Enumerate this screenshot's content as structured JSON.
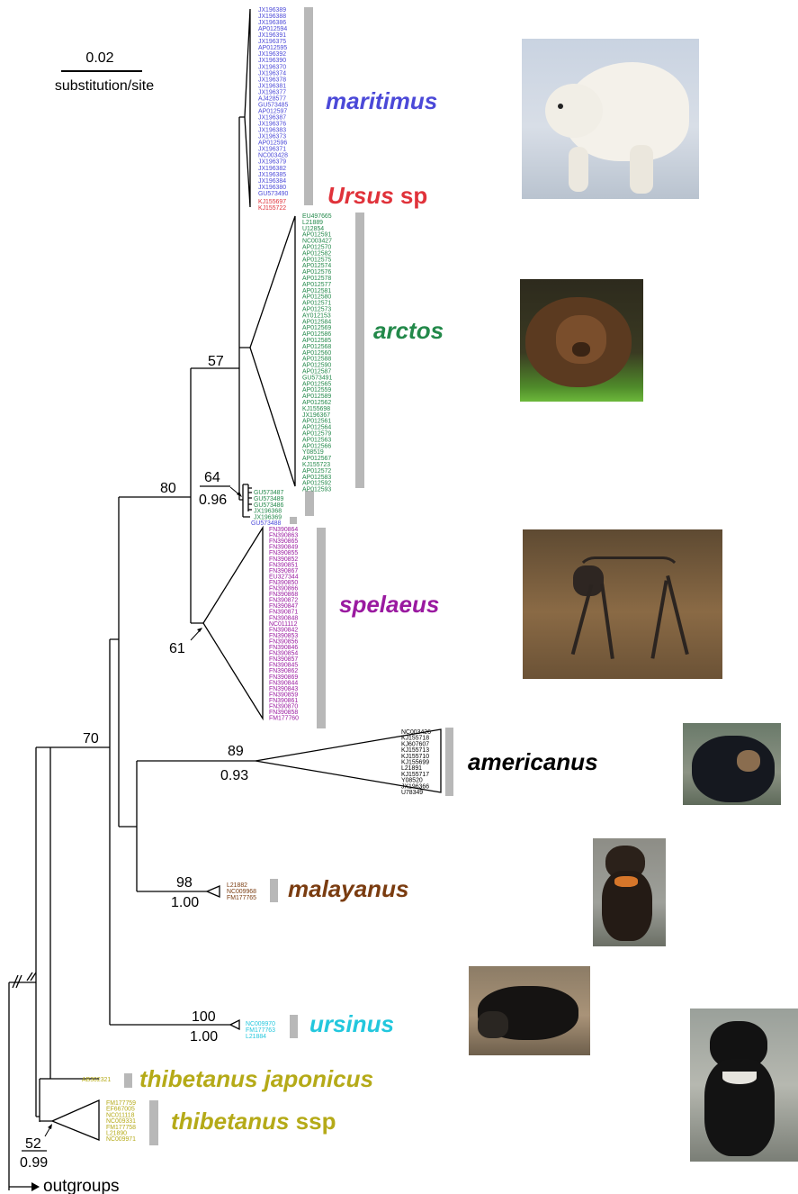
{
  "scale_bar": {
    "value": "0.02",
    "unit": "substitution/site"
  },
  "colors": {
    "maritimus": "#4b49d8",
    "ursus_sp": "#e0323a",
    "arctos": "#23894a",
    "spelaeus": "#9a1aa0",
    "americanus": "#000000",
    "malayanus": "#7a3c10",
    "ursinus": "#22c7dd",
    "thibetanus": "#b5aa18",
    "bar": "#b8b8b8"
  },
  "clades": {
    "maritimus": {
      "name": "maritimus",
      "suffix": ""
    },
    "ursus_sp": {
      "name": "Ursus",
      "suffix": " sp"
    },
    "arctos": {
      "name": "arctos",
      "suffix": ""
    },
    "spelaeus": {
      "name": "spelaeus",
      "suffix": ""
    },
    "americanus": {
      "name": "americanus",
      "suffix": ""
    },
    "malayanus": {
      "name": "malayanus",
      "suffix": ""
    },
    "ursinus": {
      "name": "ursinus",
      "suffix": ""
    },
    "thibetanus_japonicus": {
      "name": "thibetanus japonicus",
      "suffix": ""
    },
    "thibetanus_ssp": {
      "name": "thibetanus",
      "suffix": " ssp"
    }
  },
  "support": {
    "n57": "57",
    "n64": "64",
    "n064_pp": "0.96",
    "n80": "80",
    "n61": "61",
    "n70": "70",
    "n89": "89",
    "n89_pp": "0.93",
    "n98": "98",
    "n98_pp": "1.00",
    "n100": "100",
    "n100_pp": "1.00",
    "n52": "52",
    "n52_pp": "0.99"
  },
  "outgroups_label": "outgroups",
  "accessions": {
    "maritimus": [
      "JX196389",
      "JX196388",
      "JX196386",
      "AP012594",
      "JX196391",
      "JX196375",
      "AP012595",
      "JX196392",
      "JX196390",
      "JX196370",
      "JX196374",
      "JX196378",
      "JX196381",
      "JX196377",
      "AJ428577",
      "GU573485",
      "AP012597",
      "JX196387",
      "JX196376",
      "JX196383",
      "JX196373",
      "AP012596",
      "JX196371",
      "NC003428",
      "JX196379",
      "JX196382",
      "JX196385",
      "JX196384",
      "JX196380",
      "GU573490"
    ],
    "ursus_sp": [
      "KJ155697",
      "KJ155722"
    ],
    "arctos": [
      "EU497665",
      "L21889",
      "U12854",
      "AP012591",
      "NC003427",
      "AP012570",
      "AP012582",
      "AP012575",
      "AP012574",
      "AP012576",
      "AP012578",
      "AP012577",
      "AP012581",
      "AP012580",
      "AP012571",
      "AP012573",
      "AY012153",
      "AP012584",
      "AP012569",
      "AP012586",
      "AP012585",
      "AP012568",
      "AP012560",
      "AP012588",
      "AP012590",
      "AP012587",
      "GU573491",
      "AP012565",
      "AP012559",
      "AP012589",
      "AP012562",
      "KJ155698",
      "JX196367",
      "AP012561",
      "AP012564",
      "AP012579",
      "AP012563",
      "AP012566",
      "Y08519",
      "AP012567",
      "KJ155723",
      "AP012572",
      "AP012583",
      "AP012592",
      "AP012593"
    ],
    "arctos_small": [
      "GU573487",
      "GU573489",
      "GU573486",
      "JX196368",
      "JX196369"
    ],
    "maritimus_single": "GU573488",
    "spelaeus": [
      "FN390864",
      "FN390863",
      "FN390865",
      "FN390849",
      "FN390855",
      "FN390852",
      "FN390851",
      "FN390867",
      "EU327344",
      "FN390850",
      "FN390866",
      "FN390868",
      "FN390872",
      "FN390847",
      "FN390871",
      "FN390848",
      "NC011112",
      "FN390842",
      "FN390853",
      "FN390856",
      "FN390846",
      "FN390854",
      "FN390857",
      "FN390845",
      "FN390862",
      "FN390869",
      "FN390844",
      "FN390843",
      "FN390859",
      "FN390861",
      "FN390870",
      "FN390858",
      "FM177760"
    ],
    "americanus": [
      "NC003426",
      "KJ155718",
      "KJ607607",
      "KJ155713",
      "KJ155710",
      "KJ155699",
      "L21891",
      "KJ155717",
      "Y08520",
      "JX196366",
      "U78349"
    ],
    "malayanus": [
      "L21882",
      "NC009968",
      "FM177765"
    ],
    "ursinus": [
      "NC009970",
      "FM177763",
      "L21884"
    ],
    "thibetanus_japonicus": [
      "AB302321"
    ],
    "thibetanus_ssp": [
      "FM177759",
      "EF667005",
      "NC011118",
      "NC009331",
      "FM177758",
      "L21890",
      "NC009971"
    ]
  },
  "photos": {
    "polar": "polar-bear-photo",
    "brown": "brown-bear-photo",
    "cave": "cave-bear-skeleton-photo",
    "black": "american-black-bear-photo",
    "sun": "sun-bear-photo",
    "sloth": "sloth-bear-photo",
    "moon": "asiatic-black-bear-photo"
  }
}
